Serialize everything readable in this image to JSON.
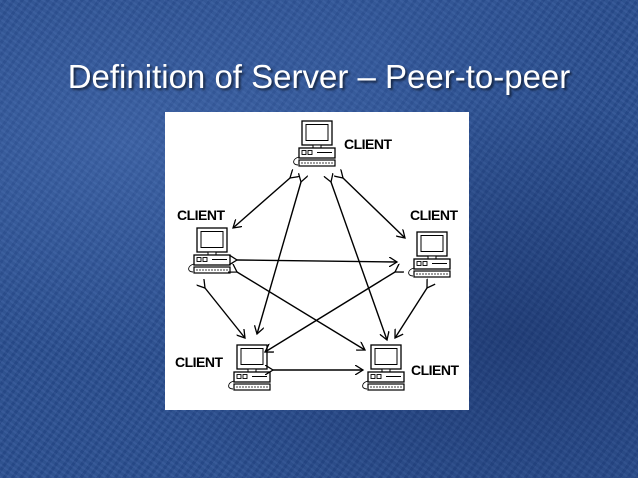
{
  "slide": {
    "title": "Definition of Server – Peer-to-peer"
  },
  "diagram": {
    "nodes": [
      {
        "id": "top",
        "label": "CLIENT"
      },
      {
        "id": "left",
        "label": "CLIENT"
      },
      {
        "id": "right",
        "label": "CLIENT"
      },
      {
        "id": "bottom-left",
        "label": "CLIENT"
      },
      {
        "id": "bottom-right",
        "label": "CLIENT"
      }
    ],
    "connections": "all clients connected to each other with bidirectional arrows"
  },
  "colors": {
    "background": "#2a4f92",
    "title_text": "#ffffff",
    "panel": "#ffffff",
    "lines": "#000000"
  }
}
